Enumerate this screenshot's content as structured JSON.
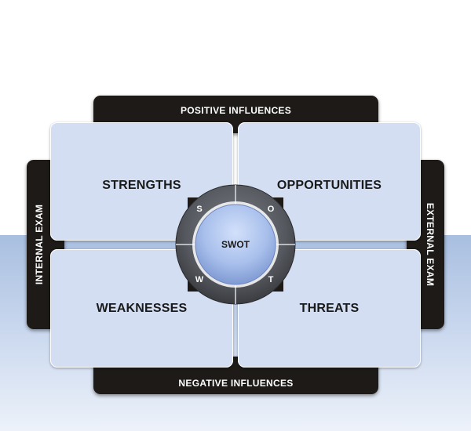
{
  "bands": {
    "top": "POSITIVE INFLUENCES",
    "bottom": "NEGATIVE INFLUENCES",
    "left": "INTERNAL EXAM",
    "right": "EXTERNAL EXAM"
  },
  "quadrants": {
    "top_left": "STRENGTHS",
    "top_right": "OPPORTUNITIES",
    "bottom_left": "WEAKNESSES",
    "bottom_right": "THREATS"
  },
  "hub": {
    "label": "SWOT",
    "letters": {
      "s": "S",
      "o": "O",
      "w": "W",
      "t": "T"
    }
  },
  "colors": {
    "band": "#1d1a17",
    "quadrant": "#d3def2",
    "hub_center": "#a9c0ec",
    "hub_ring": "#55585e"
  }
}
